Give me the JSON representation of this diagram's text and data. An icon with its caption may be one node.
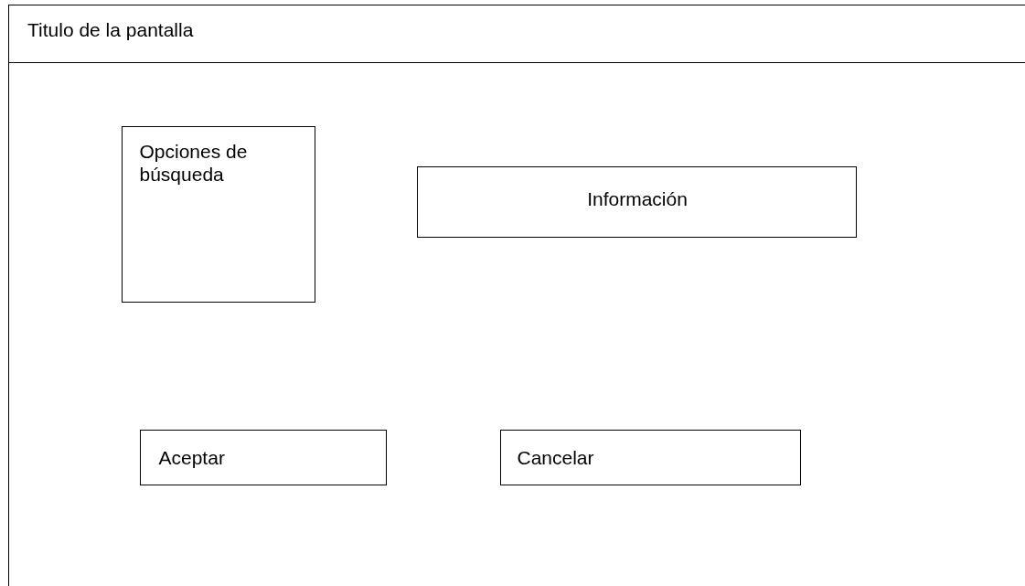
{
  "diagram": {
    "nodes": [
      {
        "text": [
          "Titulo de la pantalla"
        ]
      },
      {
        "text": [
          "Opciones de búsqueda"
        ],
        "in": 0
      },
      {
        "text": [
          "Información"
        ],
        "in": 0
      },
      {
        "text": [
          "Aceptar"
        ],
        "in": 0
      },
      {
        "text": [
          "Cancelar"
        ],
        "in": 0
      }
    ]
  }
}
